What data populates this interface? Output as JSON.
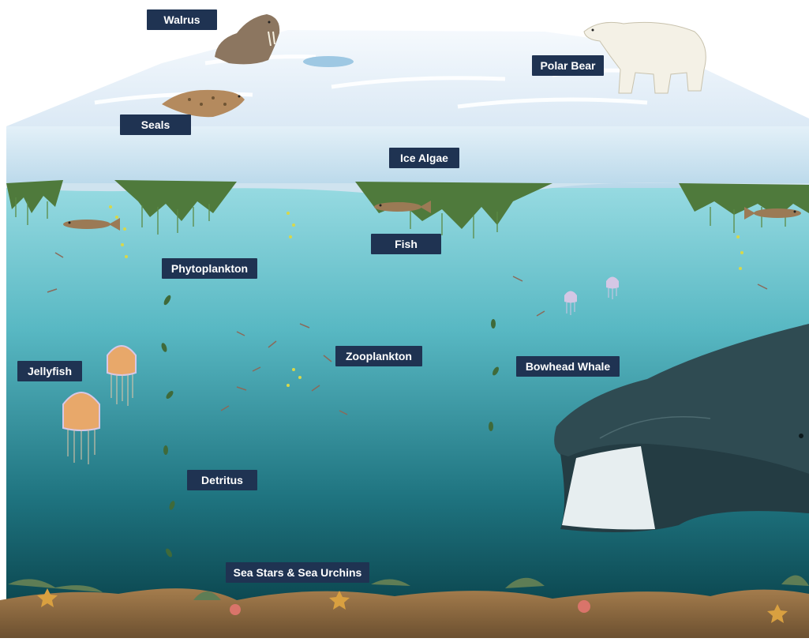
{
  "labels": {
    "walrus": "Walrus",
    "polar_bear": "Polar Bear",
    "seals": "Seals",
    "ice_algae": "Ice Algae",
    "fish": "Fish",
    "phytoplankton": "Phytoplankton",
    "zooplankton": "Zooplankton",
    "bowhead_whale": "Bowhead Whale",
    "jellyfish": "Jellyfish",
    "detritus": "Detritus",
    "sea_stars_urchins": "Sea Stars & Sea Urchins"
  },
  "colors": {
    "label_bg": "#1f3352",
    "label_text": "#ffffff",
    "ice_surface": "#eaf3fb",
    "ice_edge": "#cfe3f2",
    "water_top": "#8fd7df",
    "water_bottom": "#0f4b55",
    "algae": "#4f7a3c",
    "seafloor": "#b48a56",
    "whale": "#2f4b52"
  }
}
